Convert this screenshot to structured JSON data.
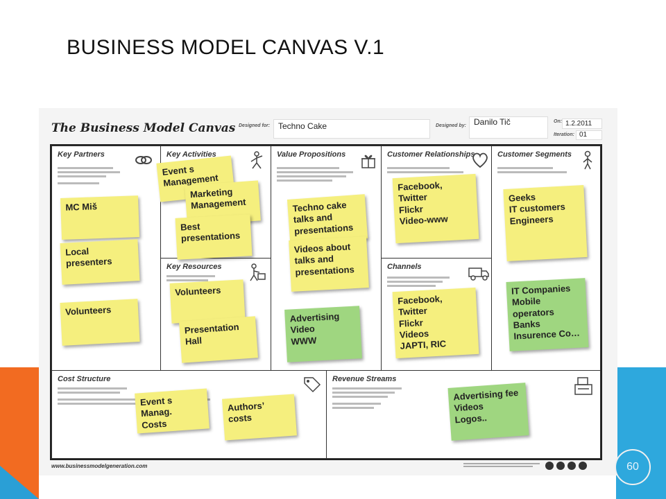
{
  "slide": {
    "title": "BUSINESS MODEL CANVAS V.1",
    "page_number": "60"
  },
  "canvas": {
    "title": "The Business Model Canvas",
    "designed_for_label": "Designed for:",
    "designed_for_value": "Techno Cake",
    "designed_by_label": "Designed by:",
    "designed_by_value": "Danilo Tič",
    "on_label": "On:",
    "on_value": "1.2.2011",
    "iteration_label": "Iteration:",
    "iteration_value": "01",
    "footer_url": "www.businessmodelgeneration.com"
  },
  "sections": {
    "key_partners": "Key Partners",
    "key_activities": "Key Activities",
    "key_resources": "Key Resources",
    "value_propositions": "Value Propositions",
    "customer_relationships": "Customer Relationships",
    "channels": "Channels",
    "customer_segments": "Customer Segments",
    "cost_structure": "Cost Structure",
    "revenue_streams": "Revenue Streams"
  },
  "notes": {
    "kp_1": "MC Miš",
    "kp_2": "Local\npresenters",
    "kp_3": "Volunteers",
    "ka_1": "Event s\nManagement",
    "ka_2": "Marketing\nManagement",
    "ka_3": "Best\npresentations",
    "kr_1": "Volunteers",
    "kr_2": "Presentation\nHall",
    "vp_1": "Techno cake\ntalks and\npresentations",
    "vp_2": "Videos about\ntalks and\npresentations",
    "vp_3": "Advertising\nVideo\nWWW",
    "cr_1": "Facebook,\nTwitter\nFlickr\nVideo-www",
    "ch_1": "Facebook,\nTwitter\nFlickr\nVideos\nJAPTI, RIC",
    "cs_1": "Geeks\nIT customers\nEngineers",
    "cs_2": "IT Companies\nMobile\noperators\nBanks\nInsurence Co…",
    "cost_1": "Event s Manag.\nCosts",
    "cost_2": "Authors’ costs",
    "rev_1": "Advertising fee\nVideos\nLogos.."
  },
  "colors": {
    "sticky_yellow": "#f5ef7e",
    "sticky_green": "#9fd680",
    "accent_orange": "#f26b21",
    "accent_blue": "#2ea8dd"
  },
  "icons": {
    "key_partners": "chain-link-icon",
    "key_activities": "worker-icon",
    "key_resources": "worker-cart-icon",
    "value_propositions": "gift-icon",
    "customer_relationships": "heart-icon",
    "channels": "truck-icon",
    "customer_segments": "person-icon",
    "cost_structure": "price-tag-icon",
    "revenue_streams": "cash-register-icon"
  }
}
